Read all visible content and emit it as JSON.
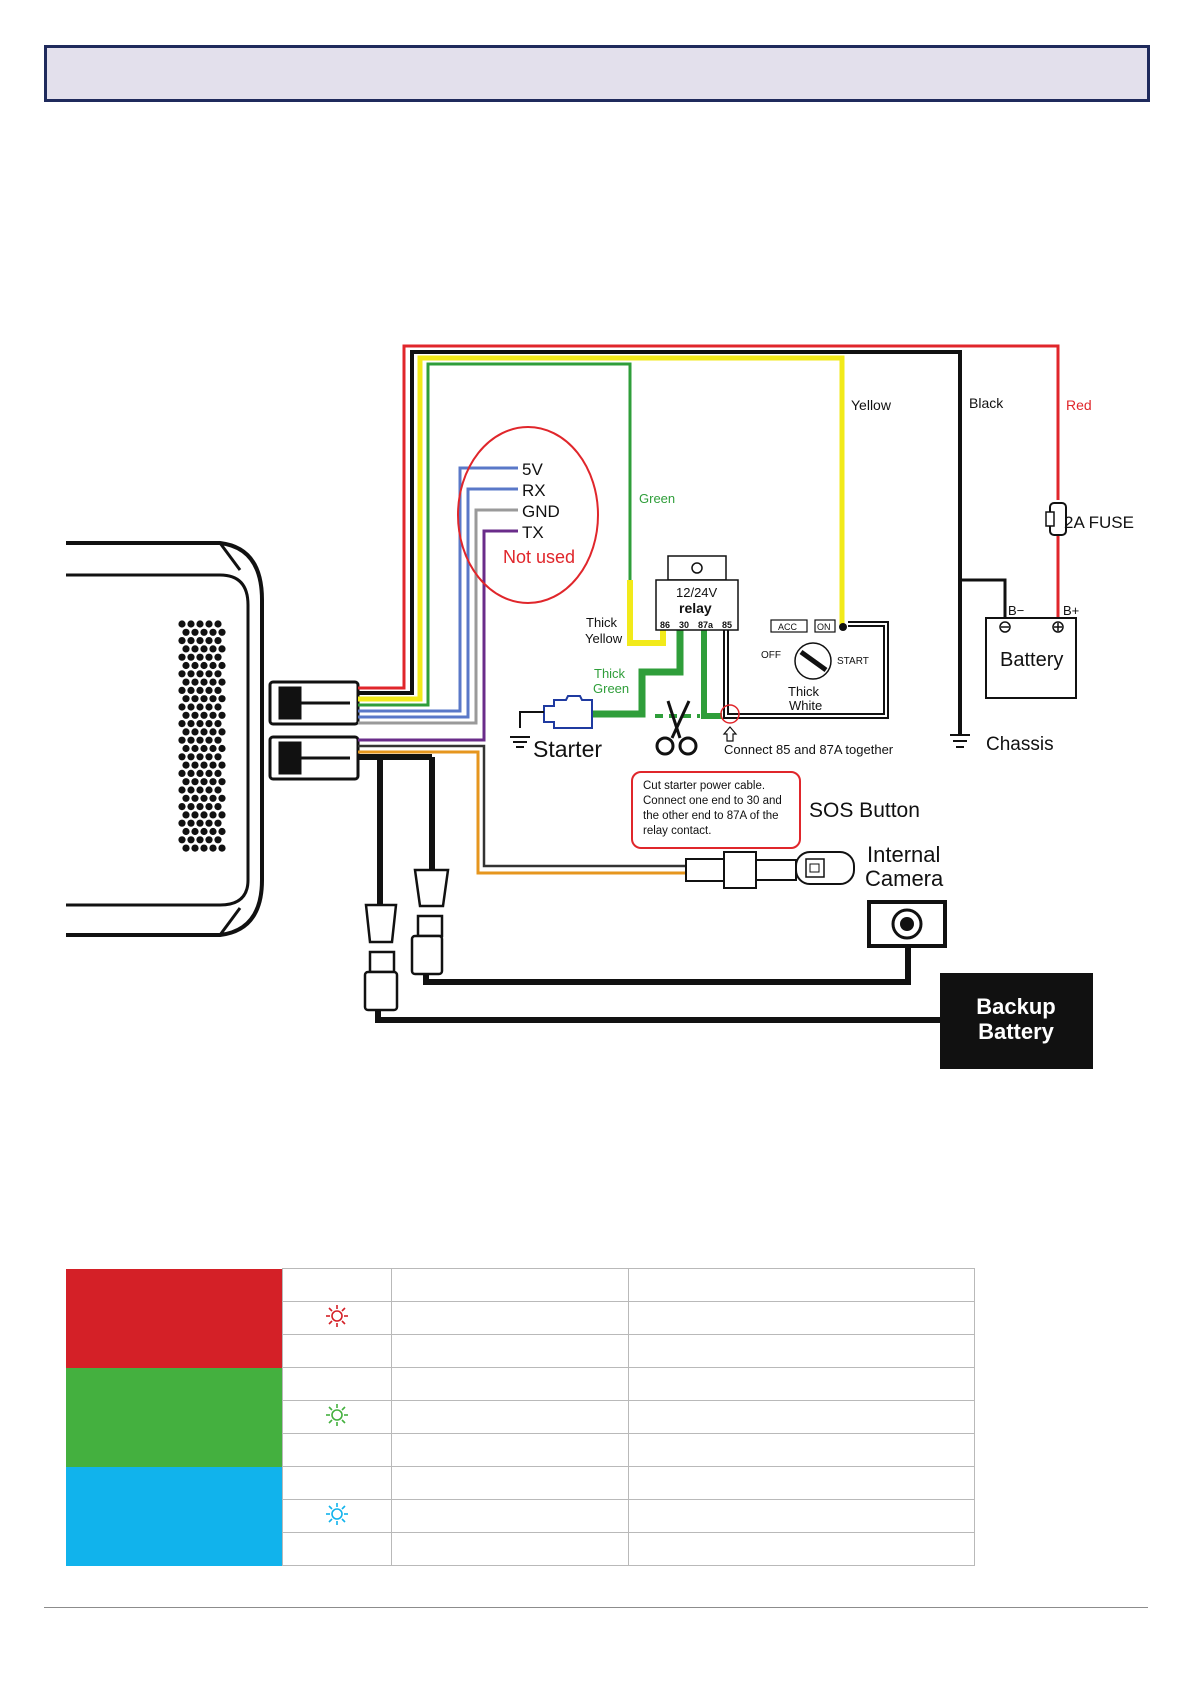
{
  "labels": {
    "yellow": "Yellow",
    "black": "Black",
    "red": "Red",
    "green": "Green",
    "fuse": "2A  FUSE",
    "b_minus": "B−",
    "b_plus": "B+",
    "battery": "Battery",
    "chassis": "Chassis",
    "uart": [
      "5V",
      "RX",
      "GND",
      "TX"
    ],
    "not_used": "Not used",
    "relay_line1": "12/24V",
    "relay_line2": "relay",
    "relay_pins": [
      "86",
      "30",
      "87a",
      "85"
    ],
    "thick_yellow": [
      "Thick",
      "Yellow"
    ],
    "thick_green": [
      "Thick",
      "Green"
    ],
    "thick_white": [
      "Thick",
      "White"
    ],
    "acc": "ACC",
    "on": "ON",
    "off": "OFF",
    "start": "START",
    "starter": "Starter",
    "connect_note": "Connect 85 and 87A together",
    "cut_note": [
      "Cut starter power cable.",
      "Connect one end to 30 and",
      "the other end to 87A of the",
      "relay contact."
    ],
    "sos_button": "SOS Button",
    "internal_camera": [
      "Internal",
      "Camera"
    ],
    "backup_battery": [
      "Backup",
      "Battery"
    ]
  },
  "colors": {
    "red_wire": "#e0262b",
    "black_wire": "#111111",
    "yellow_wire": "#f2ea1a",
    "green_wire": "#2f9e3a",
    "blue_wire": "#5a78c8",
    "gray_wire": "#9a9a9a",
    "purple_wire": "#6a2c8a",
    "orange_wire": "#e6961e",
    "white_wire": "#ffffff",
    "led_red": "#d42027",
    "led_green": "#44b03f",
    "led_blue": "#11b3ec"
  },
  "led_table": {
    "groups": [
      {
        "color": "#d42027",
        "icon": "red-light-icon"
      },
      {
        "color": "#44b03f",
        "icon": "green-light-icon"
      },
      {
        "color": "#11b3ec",
        "icon": "blue-light-icon"
      }
    ]
  }
}
